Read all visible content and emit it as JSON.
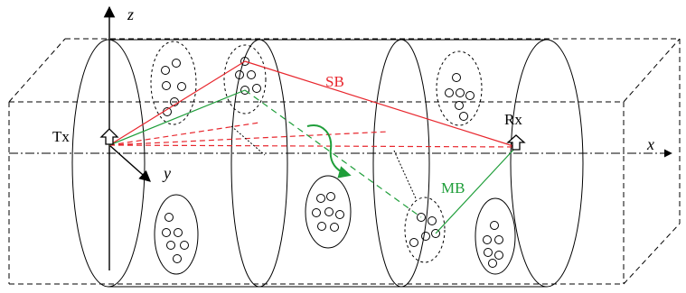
{
  "labels": {
    "tx": "Tx",
    "rx": "Rx",
    "sb": "SB",
    "mb": "MB",
    "z_axis": "z",
    "y_axis": "y",
    "x_axis": "x"
  },
  "colors": {
    "single_bounce": "#e8262d",
    "multi_bounce": "#1f9e3a",
    "outline": "#000000"
  }
}
